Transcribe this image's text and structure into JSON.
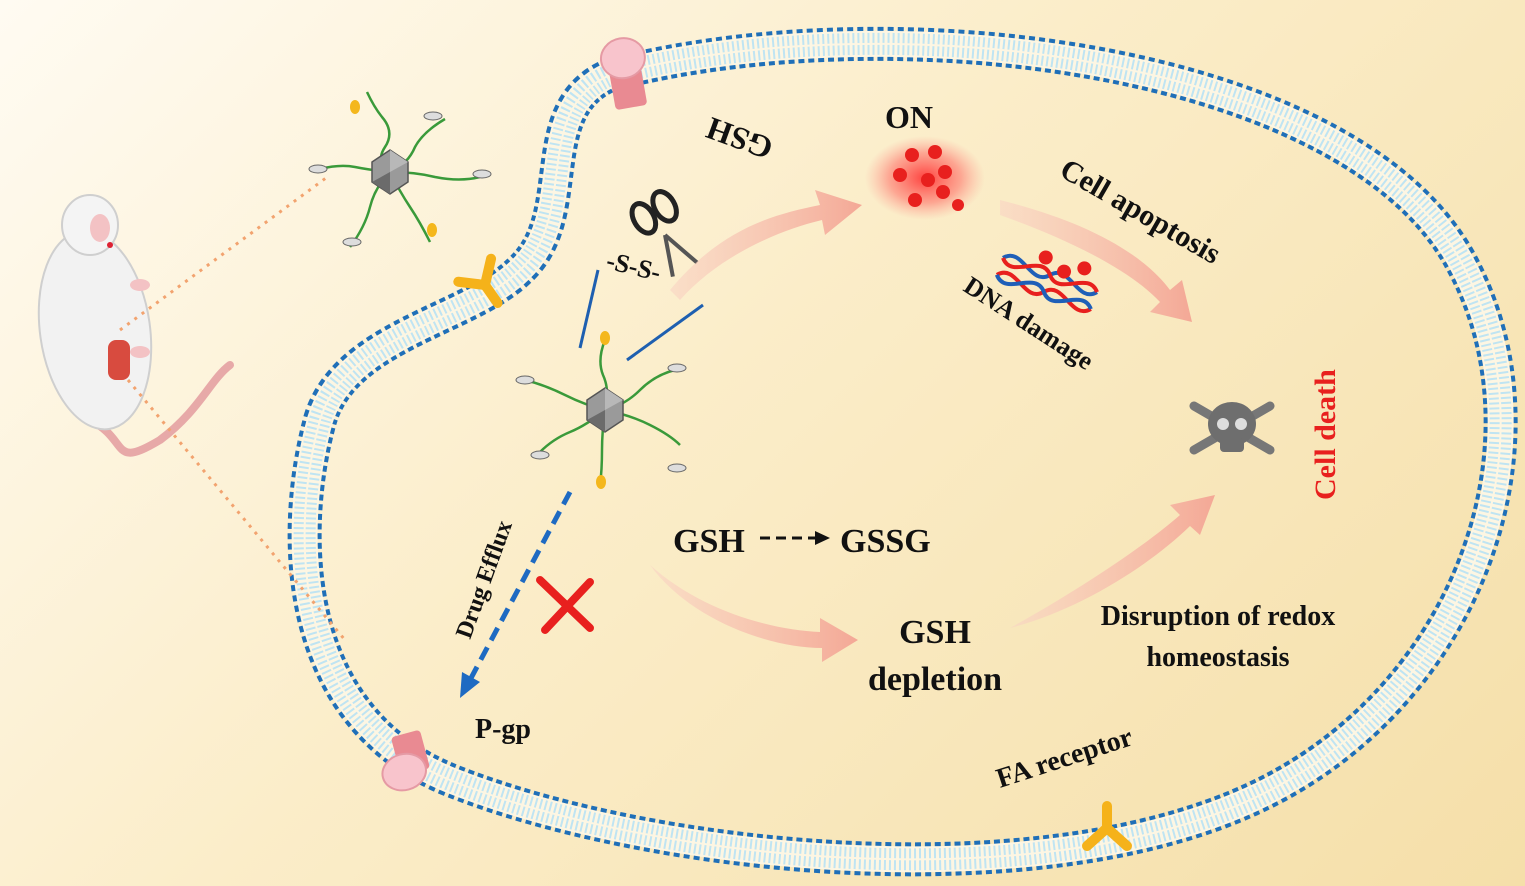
{
  "labels": {
    "on": "ON",
    "gsh_scissor": "GSH",
    "disulfide": "-S-S-",
    "cell_apoptosis": "Cell apoptosis",
    "dna_damage": "DNA damage",
    "cell_death": "Cell death",
    "gsh_left": "GSH",
    "gssg": "GSSG",
    "gsh_depletion_line1": "GSH",
    "gsh_depletion_line2": "depletion",
    "redox_line1": "Disruption of redox",
    "redox_line2": "homeostasis",
    "drug_efflux": "Drug Efflux",
    "pgp": "P-gp",
    "fa_receptor": "FA receptor"
  },
  "colors": {
    "membrane_head": "#1f6fb8",
    "membrane_tail": "#bfe4f2",
    "red_accent": "#e8201e",
    "arrow_pink": "#f5b6a3",
    "efflux_arrow": "#1e6ac2",
    "receptor_yellow": "#f5b21a",
    "pgp_pink": "#f09aa5"
  },
  "icons": [
    "mouse-icon",
    "nanoparticle-icon",
    "scissors-icon",
    "dna-helix-icon",
    "skull-crossbones-icon",
    "pgp-pump-icon",
    "fa-receptor-icon",
    "block-x-icon"
  ]
}
